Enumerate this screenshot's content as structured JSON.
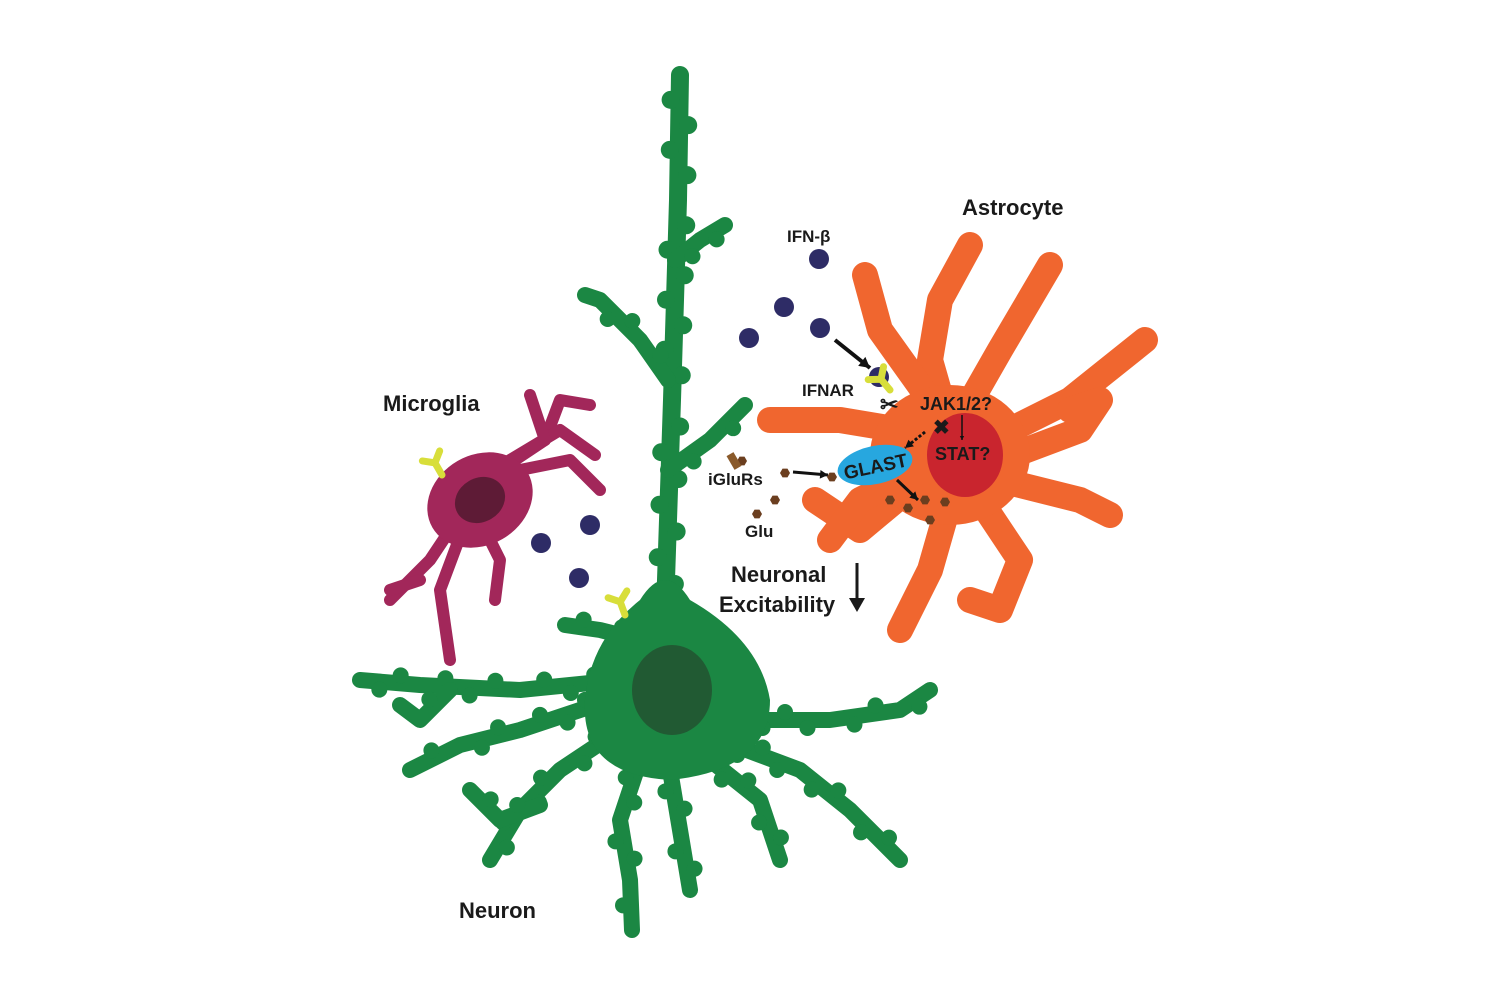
{
  "labels": {
    "astrocyte": "Astrocyte",
    "microglia": "Microglia",
    "neuron": "Neuron",
    "ifn_beta": "IFN-β",
    "ifnar": "IFNAR",
    "jak": "JAK1/2?",
    "stat": "STAT?",
    "glast": "GLAST",
    "iglurs": "iGluRs",
    "glu": "Glu",
    "excitability_line1": "Neuronal",
    "excitability_line2": "Excitability"
  },
  "colors": {
    "neuron": "#1b8743",
    "neuron_nucleus": "#215a33",
    "astrocyte": "#f0662f",
    "astrocyte_nucleus": "#c9252e",
    "microglia": "#a2275a",
    "microglia_nucleus": "#5e1b36",
    "ifn": "#2e2c66",
    "receptor": "#d8de3a",
    "glast": "#27a7df",
    "glutamate": "#6b3e1f"
  }
}
